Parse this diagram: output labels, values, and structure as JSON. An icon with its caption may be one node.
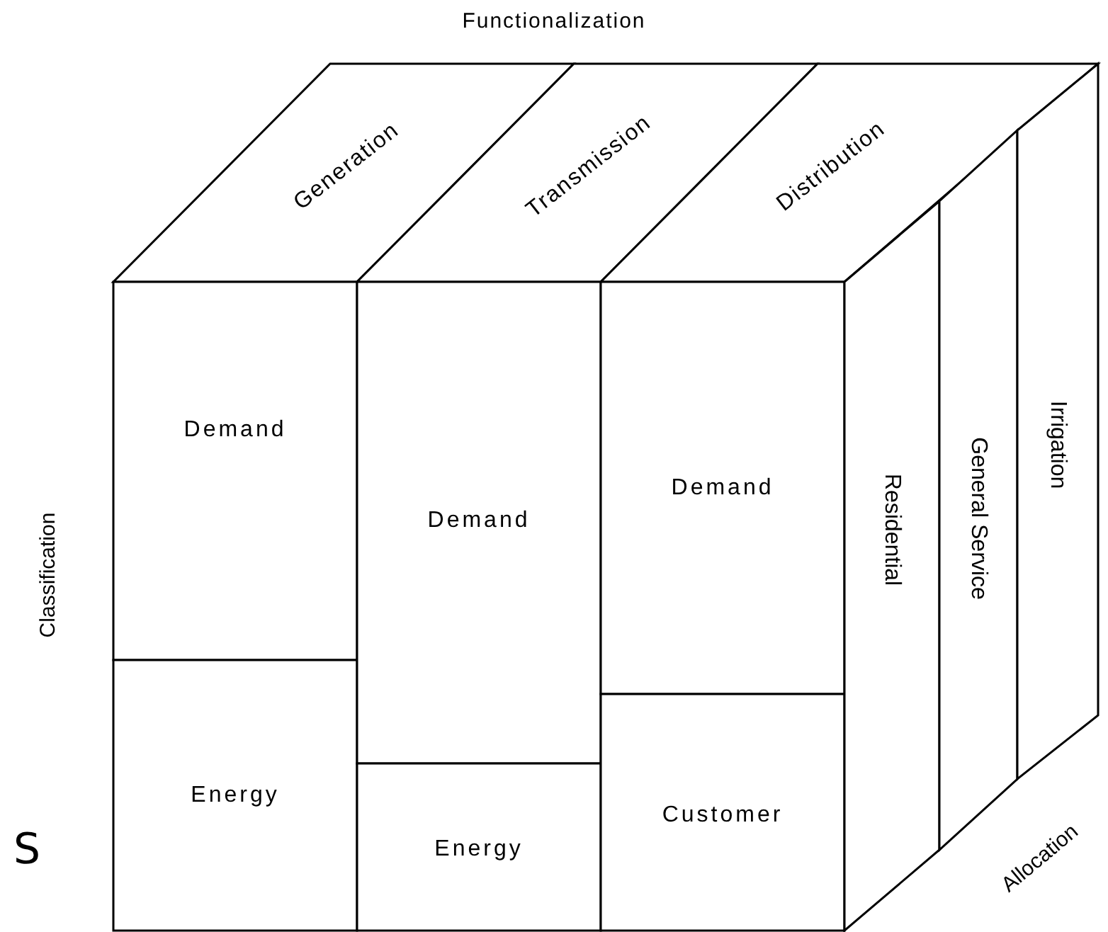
{
  "diagram": {
    "nodes": [
      {
        "text": [
          "Generation"
        ]
      },
      {
        "text": [
          "Transmission"
        ]
      },
      {
        "text": [
          "Distribution"
        ]
      },
      {
        "text": [
          "Demand"
        ]
      },
      {
        "text": [
          "Energy"
        ]
      },
      {
        "text": [
          "Demand"
        ]
      },
      {
        "text": [
          "Energy"
        ]
      },
      {
        "text": [
          "Demand"
        ]
      },
      {
        "text": [
          "Customer"
        ]
      },
      {
        "text": [
          "Residential"
        ]
      },
      {
        "text": [
          "General Service"
        ]
      },
      {
        "text": [
          "Irrigation"
        ]
      }
    ],
    "labels": [
      "Functionalization",
      "Classification",
      "Allocation",
      "S"
    ]
  }
}
